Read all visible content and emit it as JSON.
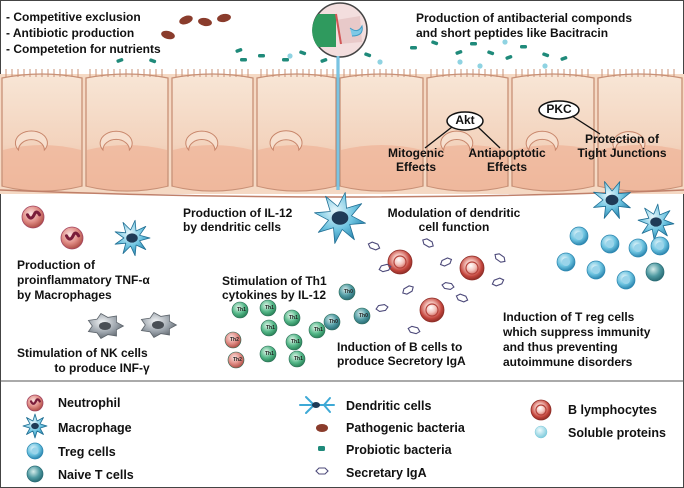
{
  "header_left": [
    "- Competitive exclusion",
    "- Antibiotic production",
    "- Competetion for nutrients"
  ],
  "header_right": [
    "Production of antibacterial componds",
    "and short peptides like Bacitracin"
  ],
  "akt": {
    "label": "Akt",
    "left": [
      "Mitogenic",
      "Effects"
    ],
    "right": [
      "Antiapoptotic",
      "Effects"
    ]
  },
  "pkc": {
    "label": "PKC",
    "effect": [
      "Protection of",
      "Tight Junctions"
    ]
  },
  "middle": {
    "il12": [
      "Production of IL-12",
      "by dendritic cells"
    ],
    "modulation": [
      "Modulation of dendritic",
      "cell function"
    ],
    "tnf": [
      "Production of",
      "proinflammatory TNF-α",
      "by Macrophages"
    ],
    "th1": [
      "Stimulation of Th1",
      "cytokines by IL-12"
    ],
    "nk": [
      "Stimulation of NK cells",
      "to produce INF-γ"
    ],
    "bcells": [
      "Induction of B cells to",
      "produce Secretory IgA"
    ],
    "treg": [
      "Induction of T reg cells",
      "which suppress immunity",
      "and thus preventing",
      "autoimmune disorders"
    ]
  },
  "cell_labels": {
    "th1": "Th1",
    "th2": "Th2",
    "th0": "Th0"
  },
  "legend": {
    "neutrophil": "Neutrophil",
    "macrophage": "Macrophage",
    "treg": "Treg cells",
    "naive": "Naive T cells",
    "dendritic": "Dendritic cells",
    "pathogenic": "Pathogenic bacteria",
    "probiotic": "Probiotic bacteria",
    "iga": "Secretary IgA",
    "blymph": "B lymphocytes",
    "soluble": "Soluble proteins"
  },
  "colors": {
    "epithelium": "#f5d9c4",
    "epithelium_border": "#c89076",
    "basal": "#f0b99e",
    "dendritic": "#3ea9d6",
    "macrophage": "#3aa8d4",
    "pathogenic": "#8a3c2c",
    "probiotic": "#1f8a7a",
    "treg": "#59b7d8",
    "naive": "#3d8f9a",
    "th1": "#2e9a6a",
    "th2": "#c9655c",
    "blymph": "#c0453e",
    "soluble": "#8fd3e2",
    "neutrophil": "#c24a68",
    "nk": "#8a9098"
  }
}
